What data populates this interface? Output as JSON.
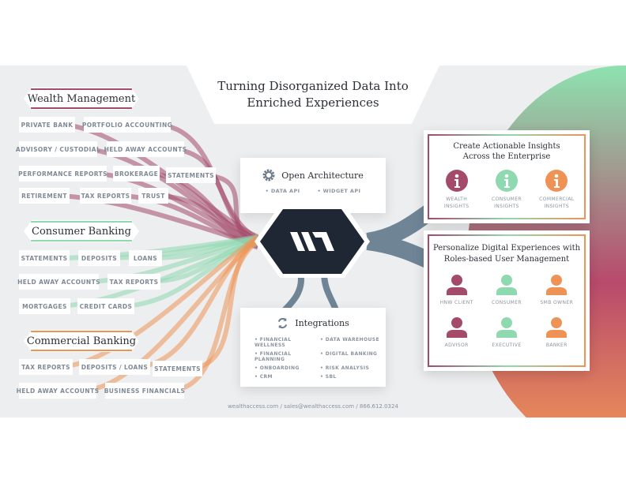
{
  "title": {
    "line1": "Turning Disorganized Data Into",
    "line2": "Enriched Experiences"
  },
  "colors": {
    "wealth": "#a44a6a",
    "consumer": "#8fd9b0",
    "commercial": "#ee9355",
    "hub": "#1e2733",
    "stream": "#6f8596"
  },
  "sections": [
    {
      "name": "Wealth Management",
      "tags": [
        "PRIVATE BANK",
        "PORTFOLIO ACCOUNTING",
        "ADVISORY / CUSTODIAL",
        "HELD AWAY ACCOUNTS",
        "PERFORMANCE REPORTS",
        "BROKERAGE",
        "STATEMENTS",
        "RETIREMENT",
        "TAX REPORTS",
        "TRUST"
      ]
    },
    {
      "name": "Consumer Banking",
      "tags": [
        "STATEMENTS",
        "DEPOSITS",
        "LOANS",
        "HELD AWAY ACCOUNTS",
        "TAX REPORTS",
        "MORTGAGES",
        "CREDIT CARDS"
      ]
    },
    {
      "name": "Commercial Banking",
      "tags": [
        "TAX REPORTS",
        "DEPOSITS / LOANS",
        "STATEMENTS",
        "HELD AWAY ACCOUNTS",
        "BUSINESS FINANCIALS"
      ]
    }
  ],
  "open_arch": {
    "title": "Open Architecture",
    "items": [
      "• DATA API",
      "• WIDGET API"
    ]
  },
  "integrations": {
    "title": "Integrations",
    "items": [
      "• FINANCIAL WELLNESS",
      "• DATA WAREHOUSE",
      "• FINANCIAL PLANNING",
      "• DIGITAL BANKING",
      "• ONBOARDING",
      "• RISK ANALYSIS",
      "• CRM",
      "• SBL"
    ]
  },
  "insights": {
    "title1": "Create Actionable Insights",
    "title2": "Across the Enterprise",
    "items": [
      {
        "l1": "WEALTH",
        "l2": "INSIGHTS"
      },
      {
        "l1": "CONSUMER",
        "l2": "INSIGHTS"
      },
      {
        "l1": "COMMERCIAL",
        "l2": "INSIGHTS"
      }
    ]
  },
  "roles": {
    "title1": "Personalize Digital Experiences with",
    "title2": "Roles-based User Management",
    "items": [
      "HNW CLIENT",
      "CONSUMER",
      "SMB OWNER",
      "ADVISOR",
      "EXECUTIVE",
      "BANKER"
    ]
  },
  "footer": "wealthaccess.com / sales@wealthaccess.com / 866.612.0324"
}
